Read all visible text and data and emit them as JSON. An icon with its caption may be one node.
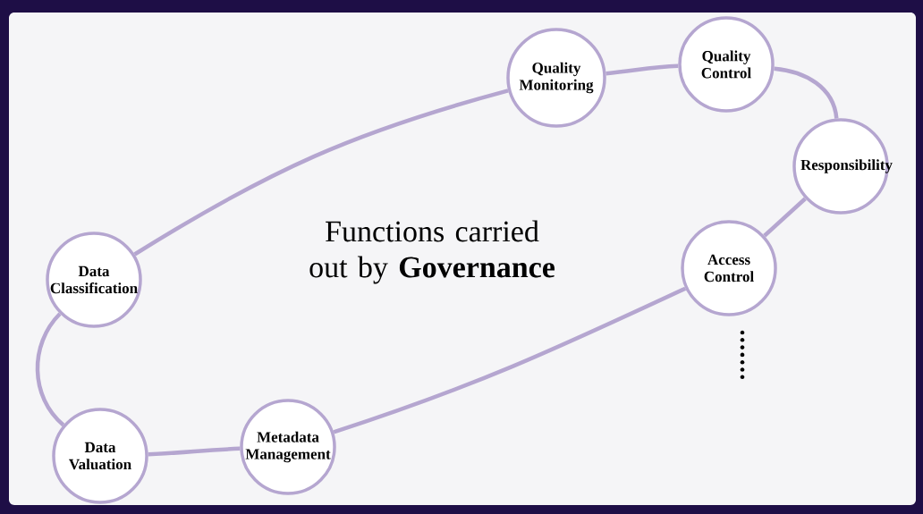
{
  "diagram": {
    "title": "Functions carried out by **Governance**",
    "nodes": [
      {
        "text": [
          "Quality Monitoring"
        ]
      },
      {
        "text": [
          "Quality Control"
        ]
      },
      {
        "text": [
          "Responsibility"
        ]
      },
      {
        "text": [
          "Access Control"
        ]
      },
      {
        "text": [
          "Metadata Management"
        ]
      },
      {
        "text": [
          "Data Valuation"
        ]
      },
      {
        "text": [
          "Data Classification"
        ]
      }
    ],
    "edges": [
      {
        "from": 6,
        "to": 0,
        "arrow": "none"
      },
      {
        "from": 0,
        "to": 1,
        "arrow": "none"
      },
      {
        "from": 1,
        "to": 2,
        "arrow": "none"
      },
      {
        "from": 2,
        "to": 3,
        "arrow": "none"
      },
      {
        "from": 3,
        "to": 4,
        "arrow": "none"
      },
      {
        "from": 4,
        "to": 5,
        "arrow": "none"
      },
      {
        "from": 5,
        "to": 6,
        "arrow": "none"
      }
    ]
  }
}
